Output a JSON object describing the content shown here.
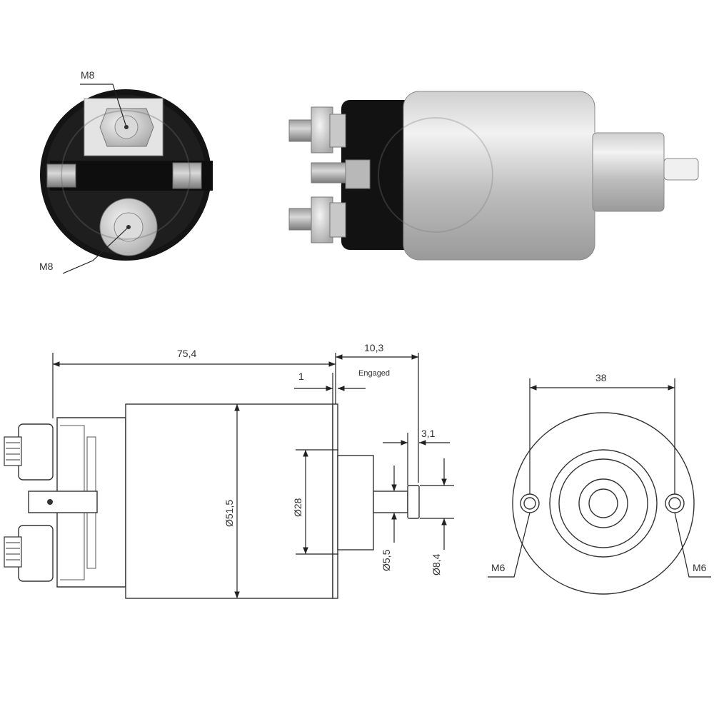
{
  "photo_end_view": {
    "terminal_top_label": "M8",
    "terminal_bottom_label": "M8"
  },
  "side_drawing": {
    "overall_length": "75,4",
    "plunger_travel": "10,3",
    "plunger_travel_note": "Engaged",
    "flange_thickness": "1",
    "body_diameter": "Ø51,5",
    "nose_diameter": "Ø28",
    "shaft_diameter": "Ø5,5",
    "tip_diameter": "Ø8,4",
    "tip_length": "3,1"
  },
  "end_drawing": {
    "hole_spacing": "38",
    "hole_left_label": "M6",
    "hole_right_label": "M6"
  }
}
